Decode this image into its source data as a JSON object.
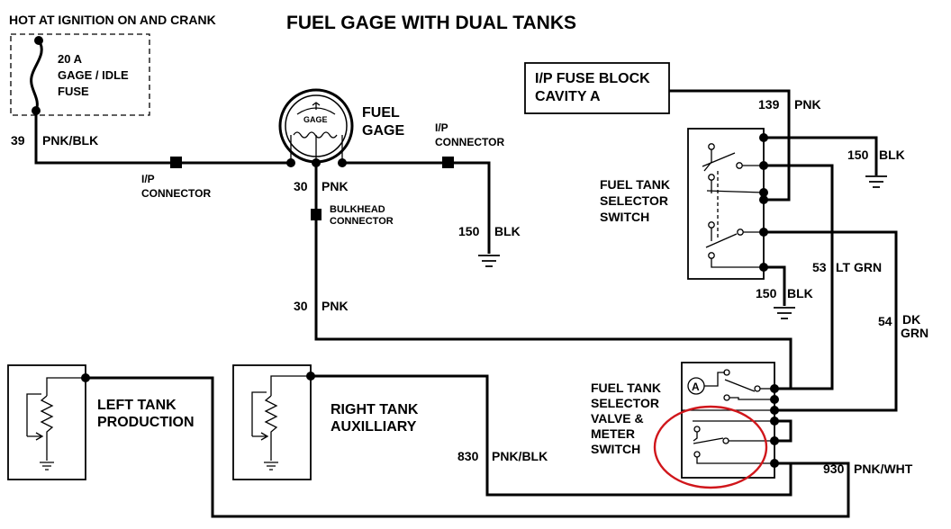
{
  "title": "FUEL GAGE WITH DUAL TANKS",
  "hot_label": "HOT AT IGNITION ON AND CRANK",
  "fuse": {
    "line1": "20 A",
    "line2": "GAGE / IDLE",
    "line3": "FUSE"
  },
  "circuit_39": "39",
  "pnk_blk": "PNK/BLK",
  "ip_connector_left": {
    "line1": "I/P",
    "line2": "CONNECTOR"
  },
  "gage_face": "GAGE",
  "fuel_gage": {
    "line1": "FUEL",
    "line2": "GAGE"
  },
  "ip_connector_right": {
    "line1": "I/P",
    "line2": "CONNECTOR"
  },
  "circuit_30_a": "30",
  "pnk_a": "PNK",
  "bulkhead": {
    "line1": "BULKHEAD",
    "line2": "CONNECTOR"
  },
  "ground_gage": {
    "num": "150",
    "color": "BLK"
  },
  "circuit_30_b": "30",
  "pnk_b": "PNK",
  "fuse_block": {
    "line1": "I/P FUSE BLOCK",
    "line2": "CAVITY A"
  },
  "circuit_139": "139",
  "pnk_139": "PNK",
  "ground_switch_top": {
    "num": "150",
    "color": "BLK"
  },
  "selector_switch": {
    "line1": "FUEL TANK",
    "line2": "SELECTOR",
    "line3": "SWITCH"
  },
  "circuit_53": "53",
  "lt_grn": "LT GRN",
  "ground_switch_bottom": {
    "num": "150",
    "color": "BLK"
  },
  "circuit_54": "54",
  "dk_grn": {
    "line1": "DK",
    "line2": "GRN"
  },
  "left_tank": {
    "line1": "LEFT TANK",
    "line2": "PRODUCTION"
  },
  "right_tank": {
    "line1": "RIGHT TANK",
    "line2": "AUXILLIARY"
  },
  "valve_switch": {
    "line1": "FUEL TANK",
    "line2": "SELECTOR",
    "line3": "VALVE &",
    "line4": "METER",
    "line5": "SWITCH"
  },
  "motor_symbol": "A",
  "circuit_830": "830",
  "pnk_blk_830": "PNK/BLK",
  "circuit_930": "930",
  "pnk_wht": "PNK/WHT",
  "colors": {
    "ink": "#000000",
    "highlight": "#d0161b",
    "background": "#ffffff"
  }
}
